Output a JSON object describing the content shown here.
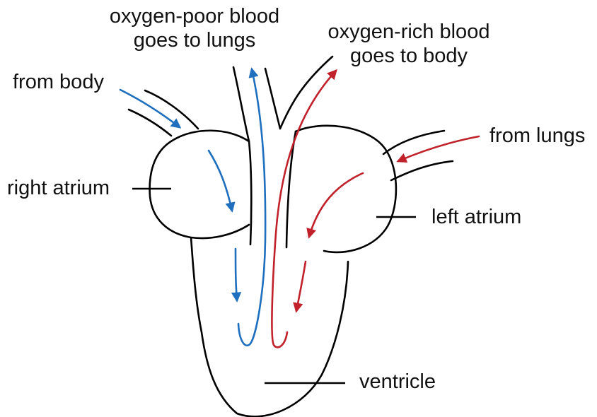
{
  "labels": {
    "oxygen_poor": [
      "oxygen-poor blood",
      "goes to lungs"
    ],
    "oxygen_rich": [
      "oxygen-rich blood",
      "goes to body"
    ],
    "from_body": "from body",
    "from_lungs": "from lungs",
    "right_atrium": "right atrium",
    "left_atrium": "left atrium",
    "ventricle": "ventricle"
  },
  "colors": {
    "oxygen_poor_blood": "#1f6fbf",
    "oxygen_rich_blood": "#c0212a",
    "outline": "#000000"
  }
}
